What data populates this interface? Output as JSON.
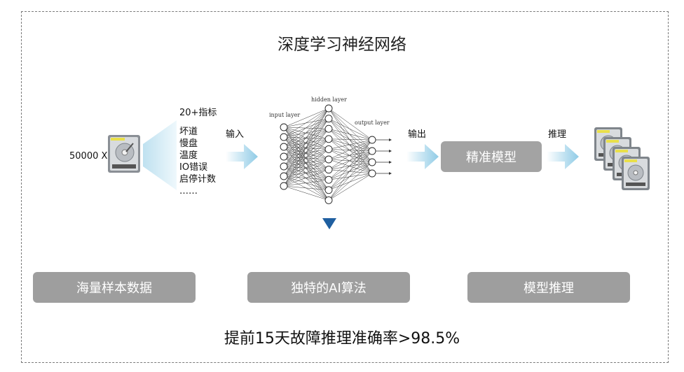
{
  "title": "深度学习神经网络",
  "sample_count": "50000 X",
  "metrics_heading": "20+指标",
  "metrics": [
    "坏道",
    "慢盘",
    "温度",
    "IO错误",
    "启停计数",
    "……"
  ],
  "labels": {
    "input": "输入",
    "output": "输出",
    "inference": "推理"
  },
  "nn_layers": {
    "input": "input layer",
    "hidden": "hidden layer",
    "output": "output layer"
  },
  "model_label": "精准模型",
  "stages": [
    "海量样本数据",
    "独特的AI算法",
    "模型推理"
  ],
  "conclusion": "提前15天故障推理准确率>98.5%",
  "colors": {
    "pill": "#9e9e9e",
    "arrow": "#9fd3ea",
    "marker": "#1f5fa0"
  },
  "icons": [
    "hard-drive-icon",
    "arrow-right-icon",
    "triangle-down-icon"
  ]
}
